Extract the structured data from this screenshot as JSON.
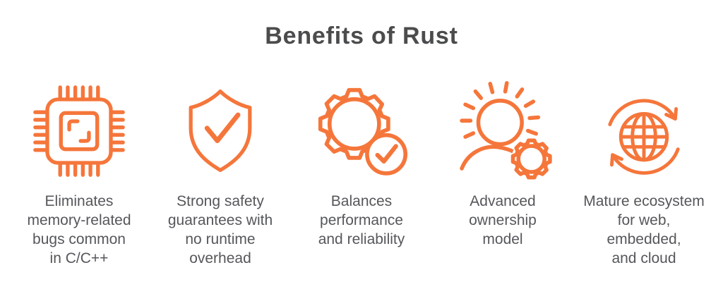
{
  "title": "Benefits of Rust",
  "colors": {
    "accent": "#F5763B",
    "title": "#4B4C4E",
    "caption": "#55575B",
    "background": "#FFFFFF"
  },
  "items": [
    {
      "icon": "cpu-chip-icon",
      "caption": "Eliminates\nmemory-related\nbugs common\nin C/C++"
    },
    {
      "icon": "shield-check-icon",
      "caption": "Strong safety\nguarantees with\nno runtime\noverhead"
    },
    {
      "icon": "gear-check-icon",
      "caption": "Balances\nperformance\nand reliability"
    },
    {
      "icon": "person-gear-icon",
      "caption": "Advanced\nownership\nmodel"
    },
    {
      "icon": "globe-sync-icon",
      "caption": "Mature ecosystem\nfor web,\nembedded,\nand cloud"
    }
  ]
}
